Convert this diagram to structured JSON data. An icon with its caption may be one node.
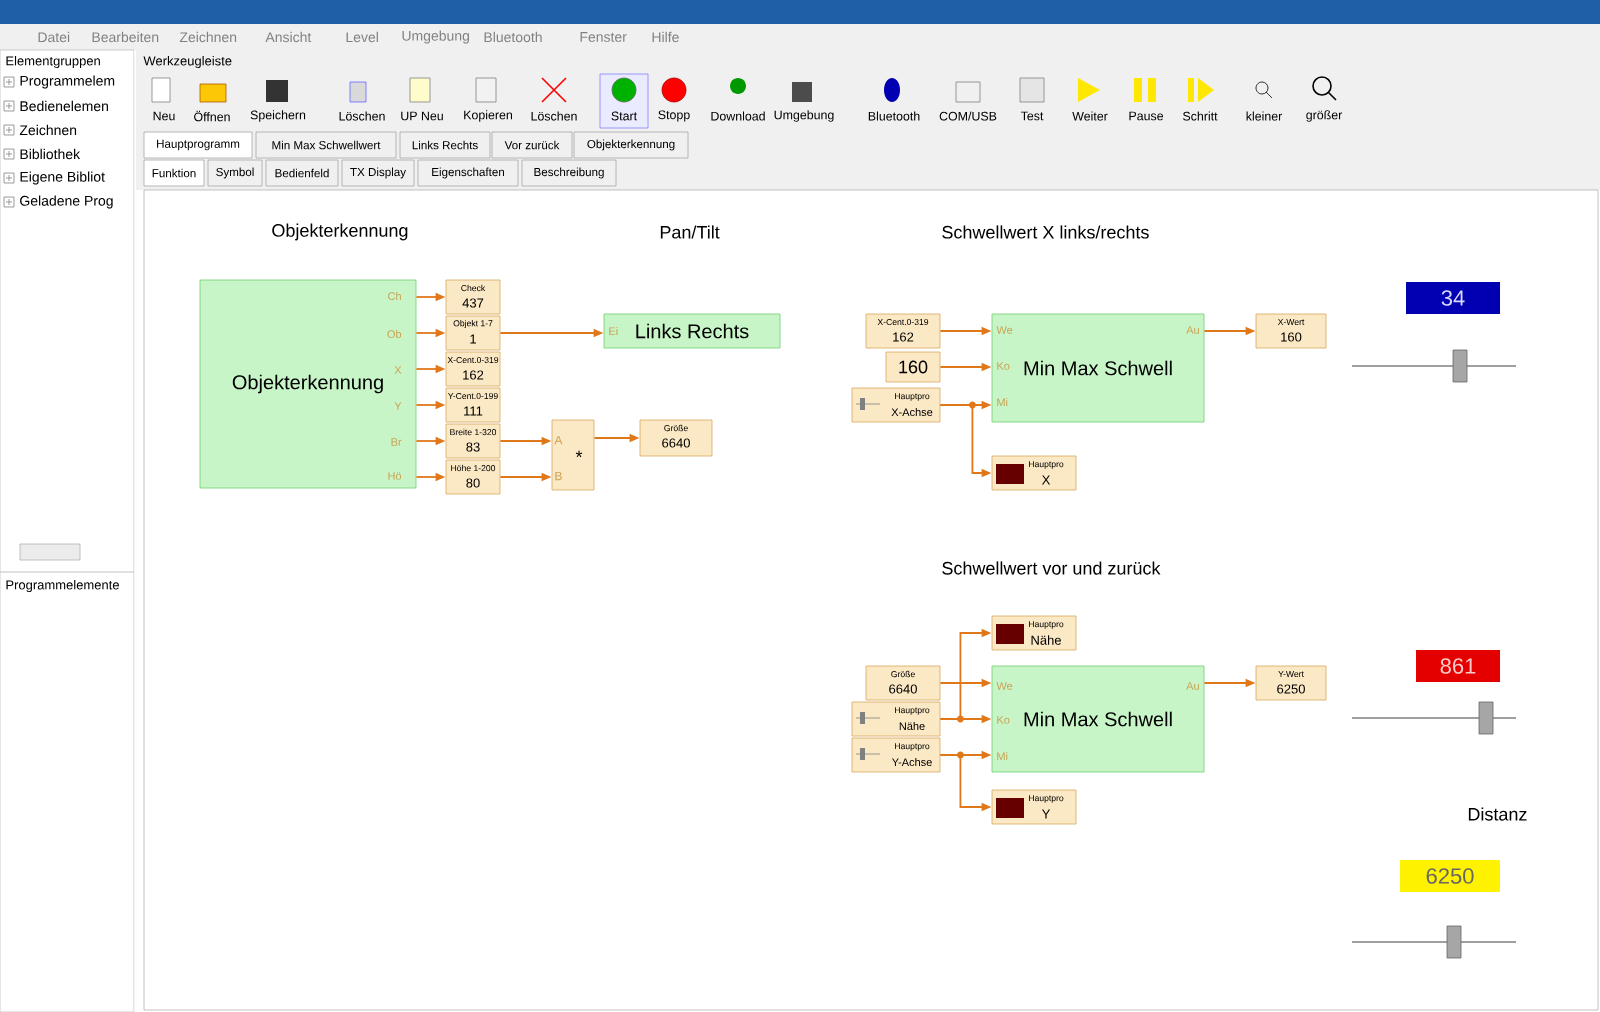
{
  "diagram": {
    "nodes": [
      {
        "text": [
          "Objekterkennung",
          "Ch",
          "Ob",
          "X",
          "Y",
          "Br",
          "Hö"
        ]
      },
      {
        "text": [
          "Check",
          "437"
        ]
      },
      {
        "text": [
          "Objekt 1-7",
          "1"
        ]
      },
      {
        "text": [
          "X-Cent.0-319",
          "162"
        ]
      },
      {
        "text": [
          "Y-Cent.0-199",
          "111"
        ]
      },
      {
        "text": [
          "Breite 1-320",
          "83"
        ]
      },
      {
        "text": [
          "Höhe 1-200",
          "80"
        ]
      },
      {
        "text": [
          "Ei",
          "Links Rechts"
        ]
      },
      {
        "text": [
          "*",
          "A",
          "B"
        ]
      },
      {
        "text": [
          "Größe",
          "6640"
        ]
      },
      {
        "text": [
          "X-Cent.0-319",
          "162"
        ]
      },
      {
        "text": [
          "160"
        ]
      },
      {
        "text": [
          "Hauptpro",
          "X-Achse"
        ]
      },
      {
        "text": [
          "Min Max Schwell",
          "We",
          "Ko",
          "Mi",
          "Au"
        ]
      },
      {
        "text": [
          "Hauptpro",
          "X"
        ]
      },
      {
        "text": [
          "X-Wert",
          "160"
        ]
      },
      {
        "text": [
          "34"
        ]
      },
      {
        "text": [
          "Hauptpro",
          "Nähe"
        ]
      },
      {
        "text": [
          "Größe",
          "6640"
        ]
      },
      {
        "text": [
          "Hauptpro",
          "Nähe"
        ]
      },
      {
        "text": [
          "Hauptpro",
          "Y-Achse"
        ]
      },
      {
        "text": [
          "Min Max Schwell",
          "We",
          "Ko",
          "Mi",
          "Au"
        ]
      },
      {
        "text": [
          "Hauptpro",
          "Y"
        ]
      },
      {
        "text": [
          "Y-Wert",
          "6250"
        ]
      },
      {
        "text": [
          "861"
        ]
      },
      {
        "text": [
          "6250"
        ]
      }
    ],
    "edges": [
      {
        "from": 0,
        "to": 1,
        "arrow": "to"
      },
      {
        "from": 0,
        "to": 2,
        "arrow": "to"
      },
      {
        "from": 0,
        "to": 3,
        "arrow": "to"
      },
      {
        "from": 0,
        "to": 4,
        "arrow": "to"
      },
      {
        "from": 0,
        "to": 5,
        "arrow": "to"
      },
      {
        "from": 0,
        "to": 6,
        "arrow": "to"
      },
      {
        "from": 2,
        "to": 7,
        "arrow": "to"
      },
      {
        "from": 5,
        "to": 8,
        "arrow": "to"
      },
      {
        "from": 6,
        "to": 8,
        "arrow": "to"
      },
      {
        "from": 8,
        "to": 9,
        "arrow": "to"
      },
      {
        "from": 10,
        "to": 13,
        "arrow": "to"
      },
      {
        "from": 11,
        "to": 13,
        "arrow": "to"
      },
      {
        "from": 12,
        "to": 13,
        "arrow": "to"
      },
      {
        "from": 12,
        "to": 14,
        "arrow": "to"
      },
      {
        "from": 13,
        "to": 15,
        "arrow": "to"
      },
      {
        "from": 19,
        "to": 17,
        "arrow": "to"
      },
      {
        "from": 18,
        "to": 21,
        "arrow": "to"
      },
      {
        "from": 19,
        "to": 21,
        "arrow": "to"
      },
      {
        "from": 20,
        "to": 21,
        "arrow": "to"
      },
      {
        "from": 20,
        "to": 22,
        "arrow": "to"
      },
      {
        "from": 21,
        "to": 23,
        "arrow": "to"
      }
    ],
    "labels": [
      "Datei",
      "Bearbeiten",
      "Zeichnen",
      "Ansicht",
      "Level",
      "Umgebung",
      "Bluetooth",
      "Fenster",
      "Hilfe",
      "Elementgruppen",
      "Programmelem",
      "Bedienelemen",
      "Zeichnen",
      "Bibliothek",
      "Eigene Bibliot",
      "Geladene Prog",
      "Programmelemente",
      "Werkzeugleiste",
      "Neu",
      "Öffnen",
      "Speichern",
      "Löschen",
      "UP Neu",
      "Kopieren",
      "Löschen",
      "Start",
      "Stopp",
      "Download",
      "Umgebung",
      "Bluetooth",
      "COM/USB",
      "Test",
      "Weiter",
      "Pause",
      "Schritt",
      "kleiner",
      "größer",
      "Hauptprogramm",
      "Min Max Schwellwert",
      "Links Rechts",
      "Vor zurück",
      "Objekterkennung",
      "Funktion",
      "Symbol",
      "Bedienfeld",
      "TX Display",
      "Eigenschaften",
      "Beschreibung",
      "Objekterkennung",
      "Pan/Tilt",
      "Schwellwert X links/rechts",
      "Schwellwert vor und zurück",
      "Distanz"
    ]
  }
}
